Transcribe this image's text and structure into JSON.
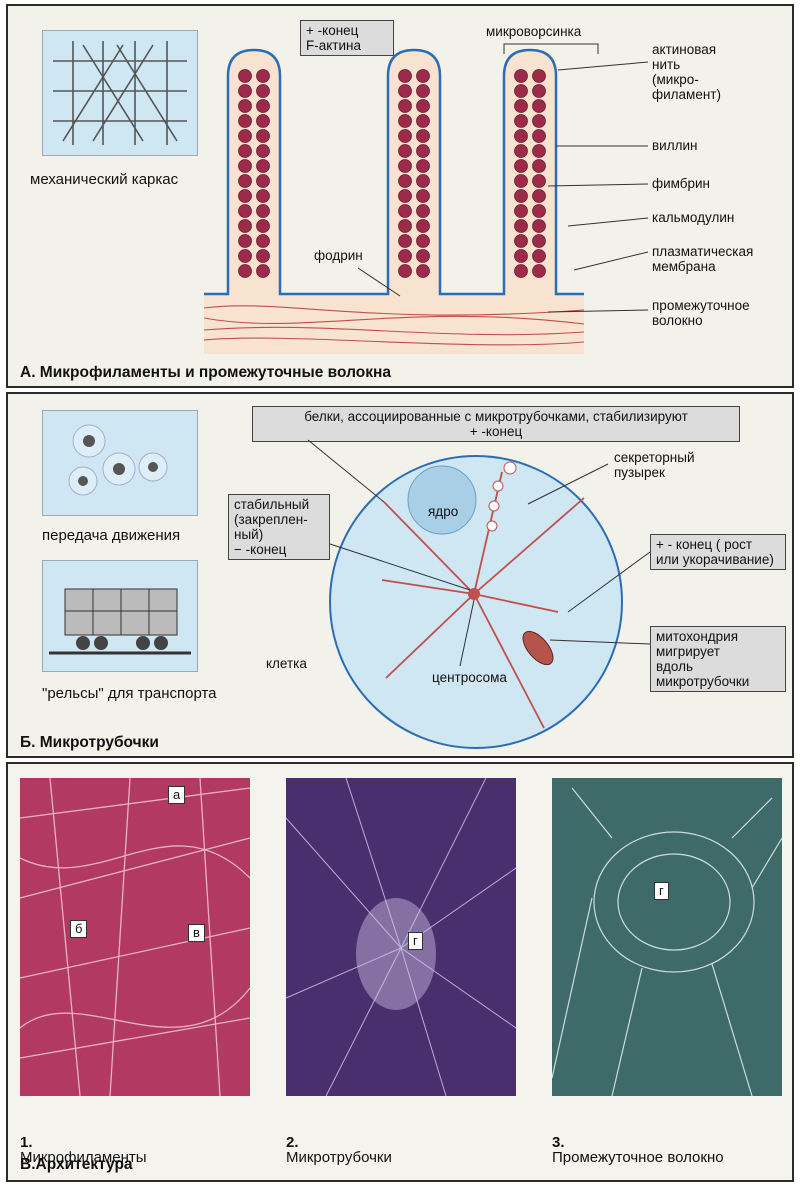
{
  "panel_a": {
    "title": "А. Микрофиламенты и промежуточные волокна",
    "thumb_caption": "механический каркас",
    "plus_end_label": "+ -конец\nF-актина",
    "microvillus": "микроворсинка",
    "actin_filament": "актиновая\nнить\n(микро-\nфиламент)",
    "villin": "виллин",
    "fimbrin": "фимбрин",
    "calmodulin": "кальмодулин",
    "plasma_membrane": "плазматическая\nмембрана",
    "fodrin": "фодрин",
    "intermediate_filament": "промежуточное\nволокно"
  },
  "panel_b": {
    "title": "Б. Микротрубочки",
    "thumb1_caption": "передача движения",
    "thumb2_caption": "\"рельсы\" для транспорта",
    "map_proteins": "белки, ассоциированные с микротрубочками, стабилизируют\n+ -конец",
    "secretory_vesicle": "секреторный\nпузырек",
    "nucleus": "ядро",
    "stable_end": "стабильный\n(закреплен-\nный)\n− -конец",
    "plus_end_growth": "+ - конец ( рост\nили укорачивание)",
    "cell": "клетка",
    "centrosome": "центросома",
    "mitochondrion": "митохондрия\nмигрирует\nвдоль\nмикротрубочки"
  },
  "panel_c": {
    "title": "В.Архитектура",
    "marker_a": "а",
    "marker_b": "б",
    "marker_v": "в",
    "marker_g": "г",
    "caption1_num": "1.",
    "caption1": "Микрофиламенты",
    "caption2_num": "2.",
    "caption2": "Микротрубочки",
    "caption3_num": "3.",
    "caption3": "Промежуточное волокно"
  },
  "colors": {
    "panel_bg": "#f2f1ea",
    "cell_fill": "#cfe6f3",
    "membrane": "#2a6db5",
    "filament": "#c0504d",
    "microvillus_fill": "#f7e3cf",
    "photo1": "#b23a62",
    "photo2": "#4a2f6e",
    "photo3": "#3e6b6a"
  }
}
